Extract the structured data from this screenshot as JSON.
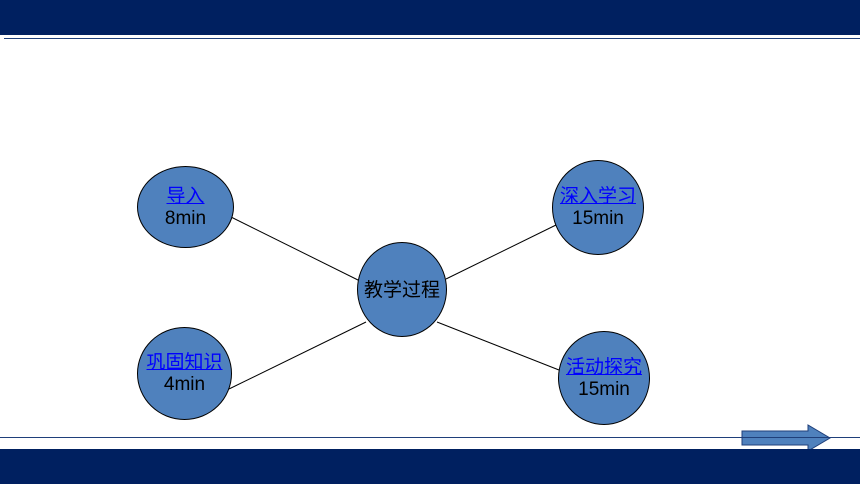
{
  "colors": {
    "bar": "#002060",
    "rule": "#1f3f7a",
    "node_fill": "#4f81bd",
    "node_stroke": "#000000",
    "link_text": "#0000ff",
    "text": "#000000",
    "connector": "#000000",
    "arrow_fill": "#4f81bd",
    "arrow_stroke": "#1f3f7a"
  },
  "diagram": {
    "center": {
      "label": "教学过程"
    },
    "nodes": [
      {
        "label": "导入",
        "duration": "8min"
      },
      {
        "label": "深入学习",
        "duration": "15min"
      },
      {
        "label": "巩固知识",
        "duration": "4min"
      },
      {
        "label": "活动探究",
        "duration": "15min"
      }
    ]
  },
  "navigation": {
    "next_arrow_icon": "arrow-right-icon"
  }
}
